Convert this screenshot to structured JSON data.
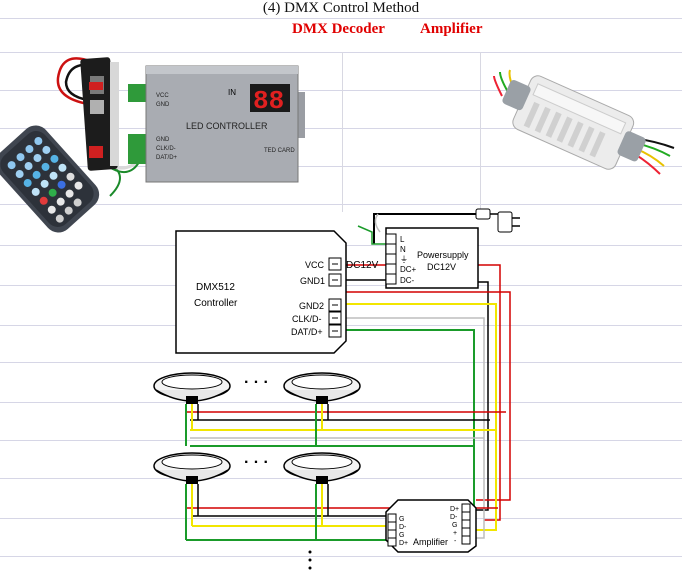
{
  "header": {
    "title": "(4) DMX Control Method",
    "decoder_label": "DMX Decoder",
    "amplifier_label": "Amplifier"
  },
  "photo": {
    "device_title": "LED CONTROLLER",
    "device_card": "TED CARD",
    "device_in": "IN",
    "display": "88",
    "terms_top": [
      "VCC",
      "GND"
    ],
    "terms_bottom": [
      "GND",
      "CLK/D-",
      "DAT/D+"
    ]
  },
  "controller": {
    "name_line1": "DMX512",
    "name_line2": "Controller",
    "pins": [
      "VCC",
      "GND1",
      "GND2",
      "CLK/D-",
      "DAT/D+"
    ],
    "dc_label": "DC12V"
  },
  "power_supply": {
    "name_line1": "Powersupply",
    "name_line2": "DC12V",
    "pins": [
      "L",
      "N",
      "⏚",
      "DC+",
      "DC-"
    ]
  },
  "amplifier": {
    "name": "Amplifier",
    "left_pins": [
      "G",
      "D-",
      "G",
      "D+"
    ],
    "right_pins": [
      "D+",
      "D-",
      "G",
      "+",
      "-"
    ]
  },
  "dots": {
    "row": "· · ·",
    "vertical": "·\n·\n·"
  },
  "colors": {
    "red": "#d40000",
    "black": "#000000",
    "yellow": "#f2e600",
    "green": "#1a9b2a",
    "white_wire": "#bdbdbd",
    "accent_title": "#e00000"
  }
}
